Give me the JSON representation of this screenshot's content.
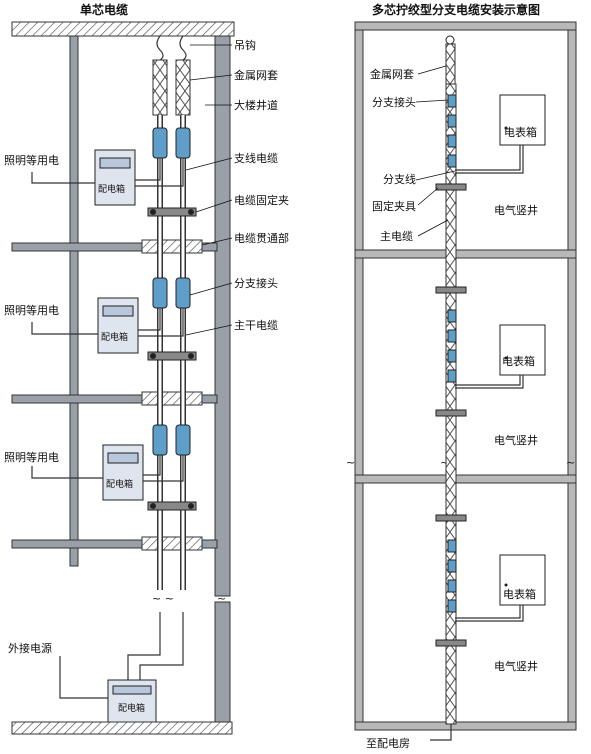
{
  "left": {
    "title": "单芯电缆",
    "labels": {
      "hook": "吊钩",
      "metal_mesh": "金属网套",
      "shaft": "大楼井道",
      "branch_cable": "支线电缆",
      "clamp": "电缆固定夹",
      "pass_through": "电缆贯通部",
      "branch_joint": "分支接头",
      "trunk_cable": "主干电缆",
      "external_power": "外接电源"
    },
    "lighting_labels": [
      "照明等用电",
      "照明等用电",
      "照明等用电"
    ],
    "box_label": "配电箱"
  },
  "right": {
    "title": "多芯拧绞型分支电缆安装示意图",
    "labels": {
      "metal_mesh": "金属网套",
      "branch_joint": "分支接头",
      "branch_line": "分支线",
      "clamp": "固定夹具",
      "main_cable": "主电缆",
      "to_room": "至配电房"
    },
    "meter_box_label": "电表箱",
    "shaft_label": "电气竖井"
  },
  "colors": {
    "box_fill": "#dfe5ee",
    "screen_fill": "#b9c7dc",
    "joint_fill": "#5f9ec9",
    "frame_gray": "#9aa0a8",
    "wall_fill": "#b8b8b8"
  }
}
